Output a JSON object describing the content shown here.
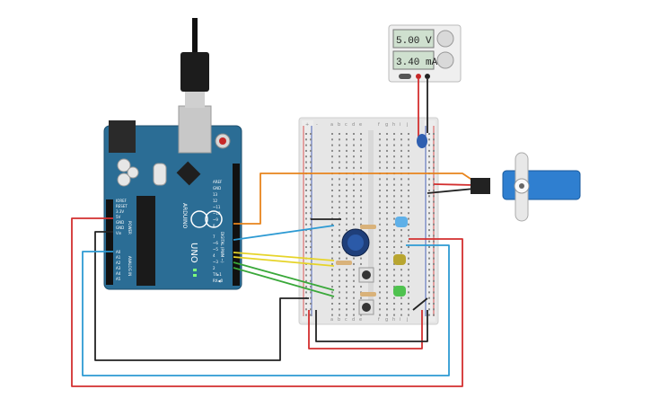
{
  "power_supply": {
    "voltage_display": "5.00 V",
    "current_display": "3.40 mA"
  },
  "arduino": {
    "model_label": "UNO",
    "brand_label": "ARDUINO",
    "header_digital_label": "DIGITAL (PWM ~)",
    "header_power_label": "POWER",
    "header_analog_label": "ANALOG IN",
    "power_pins": [
      "IOREF",
      "RESET",
      "3.3V",
      "5V",
      "GND",
      "GND",
      "Vin"
    ],
    "analog_pins": [
      "A0",
      "A1",
      "A2",
      "A3",
      "A4",
      "A5"
    ],
    "digital_pins_top": [
      "AREF",
      "GND",
      "13",
      "12",
      "~11",
      "~10",
      "~9",
      "8"
    ],
    "digital_pins_bottom": [
      "7",
      "~6",
      "~5",
      "4",
      "~3",
      "2",
      "TX▸1",
      "RX◀0"
    ]
  },
  "breadboard": {
    "column_letters_left": [
      "a",
      "b",
      "c",
      "d",
      "e"
    ],
    "column_letters_right": [
      "f",
      "g",
      "h",
      "i",
      "j"
    ],
    "rail_plus": "+",
    "rail_minus": "-"
  },
  "colors": {
    "arduino_blue": "#2b6d95",
    "wire_red": "#d32f2f",
    "wire_black": "#222222",
    "wire_blue": "#2d9ad3",
    "wire_yellow": "#e6d42a",
    "wire_green": "#3aa83a",
    "wire_orange": "#e8841c",
    "servo_blue": "#2f7fd0"
  }
}
